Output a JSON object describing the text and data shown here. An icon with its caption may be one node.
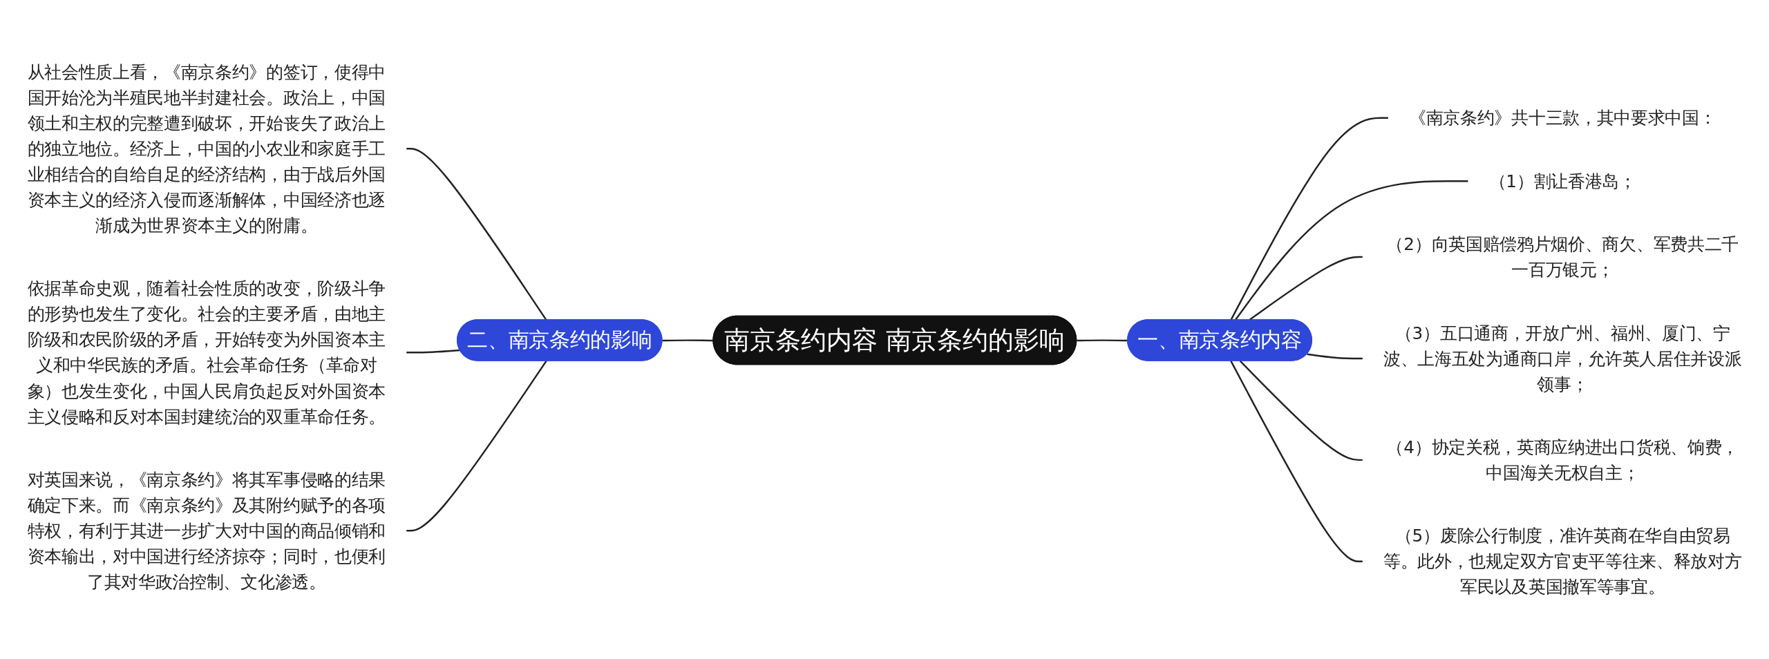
{
  "diagram": {
    "nodes": [
      {
        "text": [
          "南京条约内容 南京条约的影响"
        ]
      },
      {
        "text": [
          "一、南京条约内容"
        ]
      },
      {
        "text": [
          "《南京条约》共十三款，其中要求中国："
        ]
      },
      {
        "text": [
          "（1）割让香港岛；"
        ]
      },
      {
        "text": [
          "（2）向英国赔偿鸦片烟价、商欠、军费共二千一百万银元；"
        ]
      },
      {
        "text": [
          "（3）五口通商，开放广州、福州、厦门、宁波、上海五处为通商口岸，允许英人居住并设派领事；"
        ]
      },
      {
        "text": [
          "（4）协定关税，英商应纳进出口货税、饷费，中国海关无权自主；"
        ]
      },
      {
        "text": [
          "（5）废除公行制度，准许英商在华自由贸易等。此外，也规定双方官吏平等往来、释放对方军民以及英国撤军等事宜。"
        ]
      },
      {
        "text": [
          "二、南京条约的影响"
        ]
      },
      {
        "text": [
          "从社会性质上看，《南京条约》的签订，使得中国开始沦为半殖民地半封建社会。政治上，中国领土和主权的完整遭到破坏，开始丧失了政治上的独立地位。经济上，中国的小农业和家庭手工业相结合的自给自足的经济结构，由于战后外国资本主义的经济入侵而逐渐解体，中国经济也逐渐成为世界资本主义的附庸。"
        ]
      },
      {
        "text": [
          "依据革命史观，随着社会性质的改变，阶级斗争的形势也发生了变化。社会的主要矛盾，由地主阶级和农民阶级的矛盾，开始转变为外国资本主义和中华民族的矛盾。社会革命任务（革命对象）也发生变化，中国人民肩负起反对外国资本主义侵略和反对本国封建统治的双重革命任务。"
        ]
      },
      {
        "text": [
          "对英国来说，《南京条约》将其军事侵略的结果确定下来。而《南京条约》及其附约赋予的各项特权，有利于其进一步扩大对中国的商品倾销和资本输出，对中国进行经济掠夺；同时，也便利了其对华政治控制、文化渗透。"
        ]
      }
    ],
    "edges": [
      {
        "from": 0,
        "to": 1,
        "arrow": "none"
      },
      {
        "from": 1,
        "to": 2,
        "arrow": "none"
      },
      {
        "from": 1,
        "to": 3,
        "arrow": "none"
      },
      {
        "from": 1,
        "to": 4,
        "arrow": "none"
      },
      {
        "from": 1,
        "to": 5,
        "arrow": "none"
      },
      {
        "from": 1,
        "to": 6,
        "arrow": "none"
      },
      {
        "from": 1,
        "to": 7,
        "arrow": "none"
      },
      {
        "from": 8,
        "to": 0,
        "arrow": "none"
      },
      {
        "from": 9,
        "to": 8,
        "arrow": "none"
      },
      {
        "from": 10,
        "to": 8,
        "arrow": "none"
      },
      {
        "from": 11,
        "to": 8,
        "arrow": "none"
      }
    ]
  }
}
